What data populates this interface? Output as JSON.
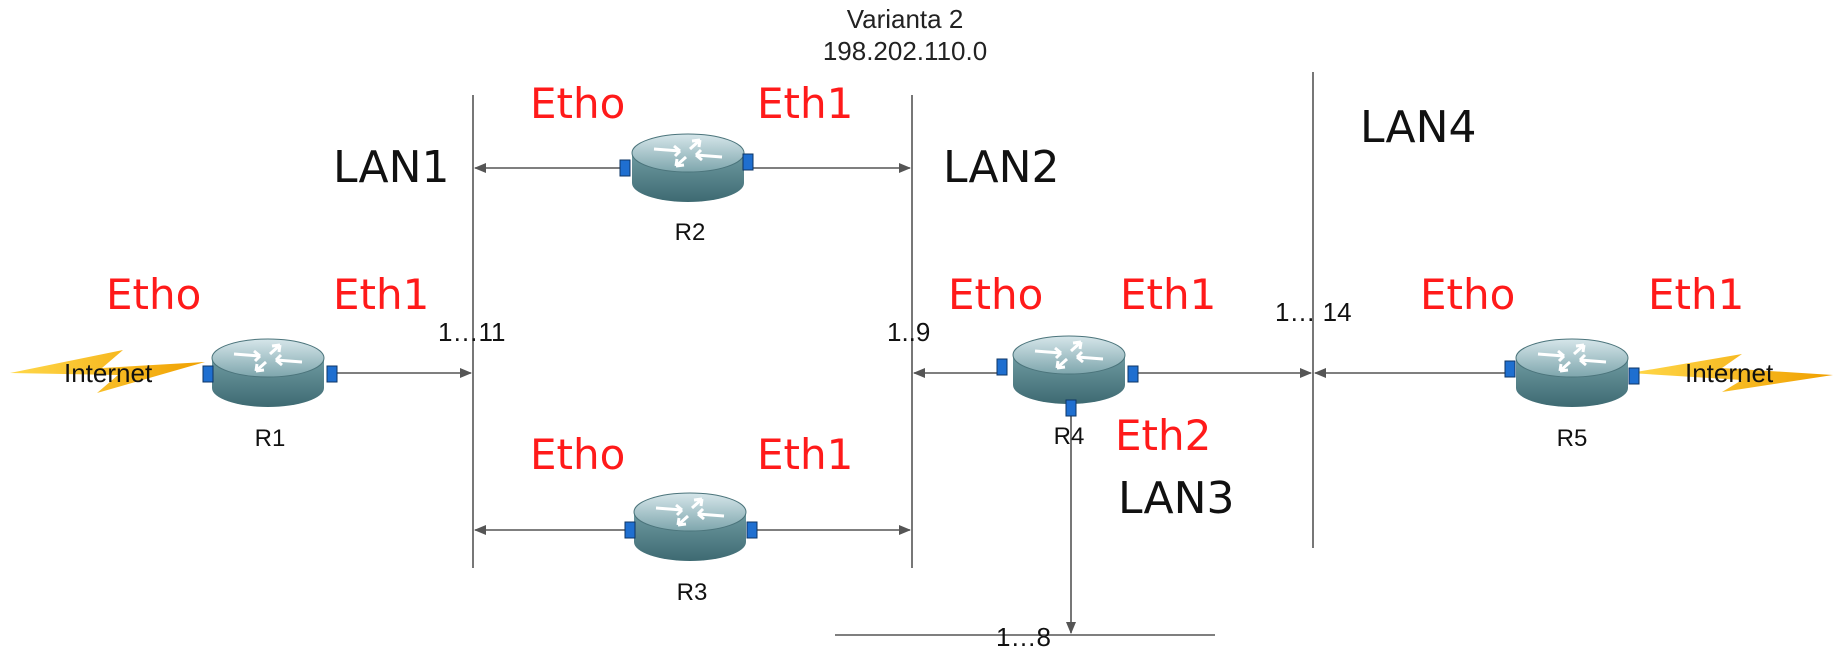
{
  "header": {
    "variant": "Varianta 2",
    "network": "198.202.110.0"
  },
  "lans": {
    "lan1": "LAN1",
    "lan2": "LAN2",
    "lan3": "LAN3",
    "lan4": "LAN4"
  },
  "routers": {
    "r1": "R1",
    "r2": "R2",
    "r3": "R3",
    "r4": "R4",
    "r5": "R5"
  },
  "interfaces": {
    "r1_eth0": "Etho",
    "r1_eth1": "Eth1",
    "r2_eth0": "Etho",
    "r2_eth1": "Eth1",
    "r3_eth0": "Etho",
    "r3_eth1": "Eth1",
    "r4_eth0": "Etho",
    "r4_eth1": "Eth1",
    "r4_eth2": "Eth2",
    "r5_eth0": "Etho",
    "r5_eth1": "Eth1"
  },
  "host_ranges": {
    "lan1": "1…11",
    "lan2": "1..9",
    "lan3": "1…8",
    "lan4": "1… 14"
  },
  "internet": {
    "left": "Internet",
    "right": "Internet"
  },
  "colors": {
    "interface_label": "#ff1a1a",
    "router_body": "#5f8f97",
    "port": "#1f6fd0",
    "lightning": "#f5b400"
  }
}
